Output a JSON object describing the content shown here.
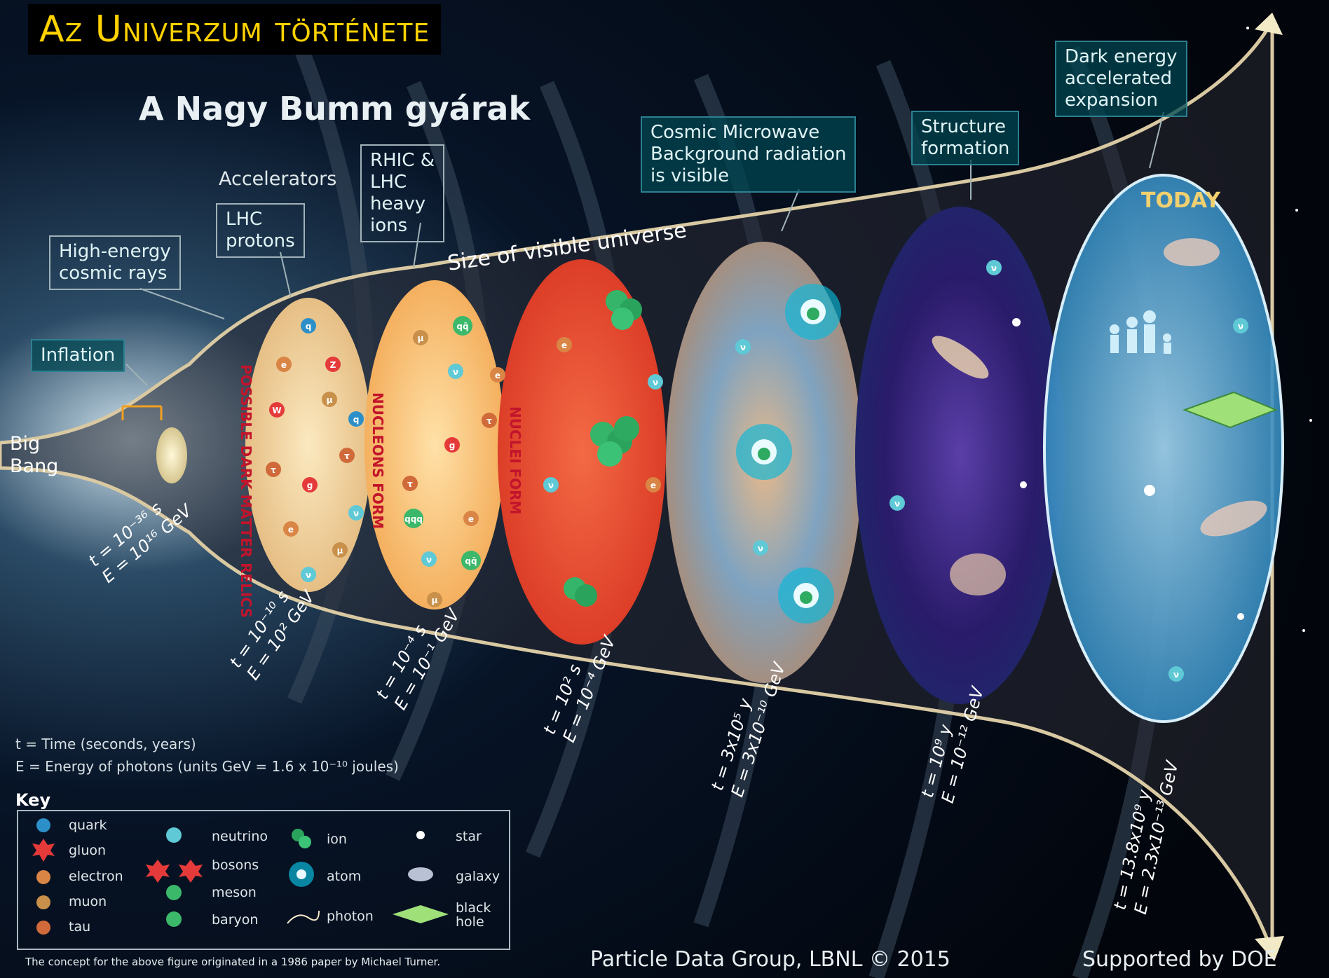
{
  "title": "Az Univerzum története",
  "subtitle": "A Nagy Bumm gyárak",
  "callouts": {
    "dark_energy": "Dark energy\naccelerated\nexpansion",
    "cmb": "Cosmic Microwave\nBackground radiation\nis visible",
    "structure": "Structure\nformation",
    "rhic": "RHIC &\nLHC\nheavy\nions",
    "lhc": "LHC\nprotons",
    "cosmic_rays": "High-energy\ncosmic rays",
    "inflation": "Inflation"
  },
  "labels": {
    "accelerators": "Accelerators",
    "size": "Size of visible universe",
    "today": "TODAY",
    "big_bang": "Big\nBang",
    "dark_matter": "POSSIBLE DARK MATTER RELICS",
    "nucleons": "NUCLEONS FORM",
    "nuclei": "NUCLEI FORM"
  },
  "epochs": [
    {
      "t": "t = 10⁻³⁶ s",
      "e": "E = 10¹⁶ GeV"
    },
    {
      "t": "t = 10⁻¹⁰ s",
      "e": "E = 10² GeV"
    },
    {
      "t": "t = 10⁻⁴ s",
      "e": "E = 10⁻¹ GeV"
    },
    {
      "t": "t = 10² s",
      "e": "E = 10⁻⁴ GeV"
    },
    {
      "t": "t = 3x10⁵ y",
      "e": "E = 3x10⁻¹⁰ GeV"
    },
    {
      "t": "t = 10⁹ y",
      "e": "E = 10⁻¹² GeV"
    },
    {
      "t": "t = 13.8x10⁹ y",
      "e": "E = 2.3x10⁻¹³ GeV"
    }
  ],
  "legend_lines": {
    "time": "t = Time (seconds, years)",
    "energy": "E = Energy of photons (units GeV = 1.6 x 10⁻¹⁰ joules)"
  },
  "key": {
    "title": "Key",
    "items": [
      "quark",
      "gluon",
      "electron",
      "muon",
      "tau",
      "neutrino",
      "bosons",
      "meson",
      "baryon",
      "ion",
      "atom",
      "photon",
      "star",
      "galaxy",
      "black\nhole"
    ]
  },
  "particle_symbols": {
    "quark": "q",
    "gluon": "g",
    "electron": "e",
    "muon": "μ",
    "tau": "τ",
    "neutrino": "ν",
    "w": "W",
    "z": "Z",
    "meson": "qq̄",
    "baryon": "qqq"
  },
  "footer": {
    "credit": "The concept for the above figure originated in a 1986 paper by Michael Turner.",
    "pdg": "Particle Data Group, LBNL © 2015",
    "doe": "Supported by DOE"
  },
  "colors": {
    "title": "#ffd200",
    "callout_bg": "#004650",
    "callout_border": "#2c8090",
    "cone": "#d9c9a2"
  }
}
